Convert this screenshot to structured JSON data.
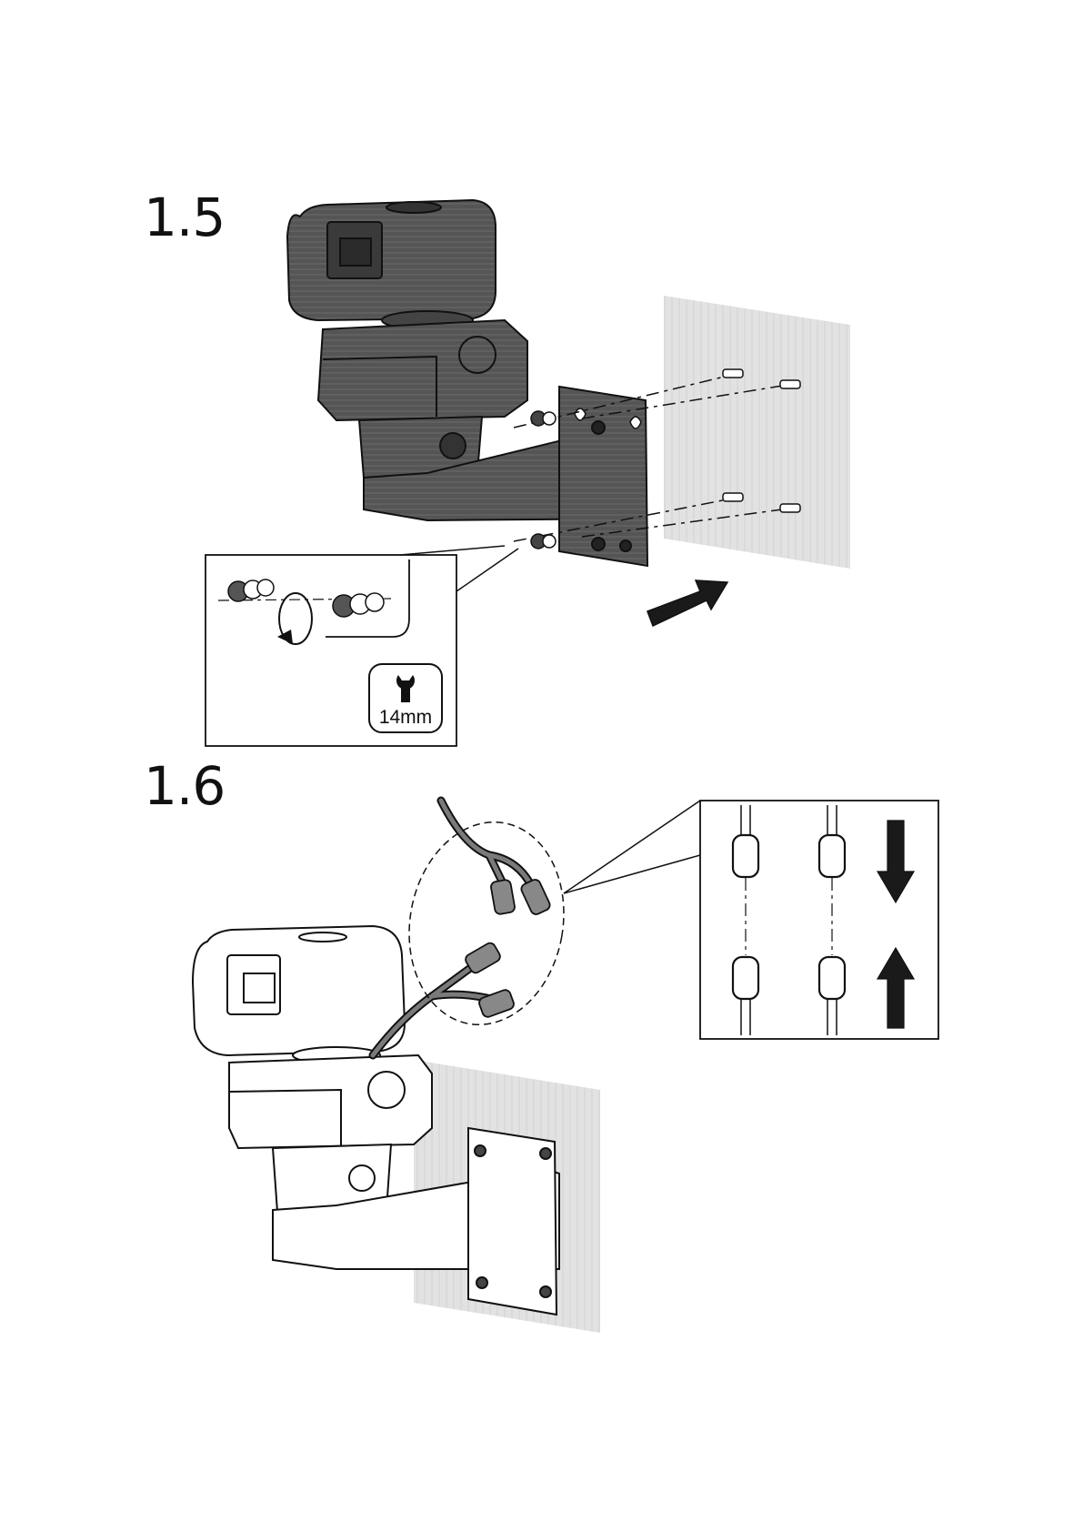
{
  "steps": [
    {
      "number": "1.5"
    },
    {
      "number": "1.6"
    }
  ],
  "tool": {
    "icon": "wrench-icon",
    "size_label": "14mm"
  },
  "colors": {
    "line": "#111111",
    "camera_fill": "#4a4a4a",
    "wall_fill": "#dcdcdc",
    "arrow_fill": "#1a1a1a"
  }
}
